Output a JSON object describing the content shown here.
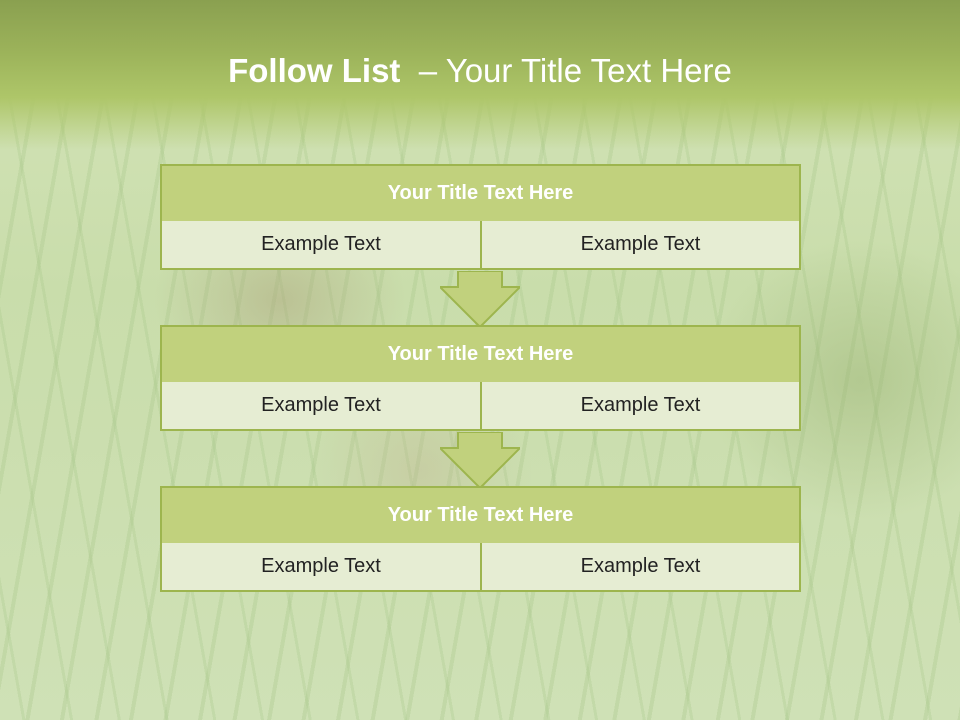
{
  "slide": {
    "title_bold": "Follow List",
    "title_rest": "– Your Title Text Here"
  },
  "steps": [
    {
      "title": "Your Title Text Here",
      "left": "Example Text",
      "right": "Example Text"
    },
    {
      "title": "Your Title Text Here",
      "left": "Example Text",
      "right": "Example Text"
    },
    {
      "title": "Your Title Text Here",
      "left": "Example Text",
      "right": "Example Text"
    }
  ],
  "colors": {
    "header_green": "#9cb35a",
    "box_title_fill": "#c1d17d",
    "box_border": "#9db54e",
    "cell_fill": "#e6edd3"
  }
}
